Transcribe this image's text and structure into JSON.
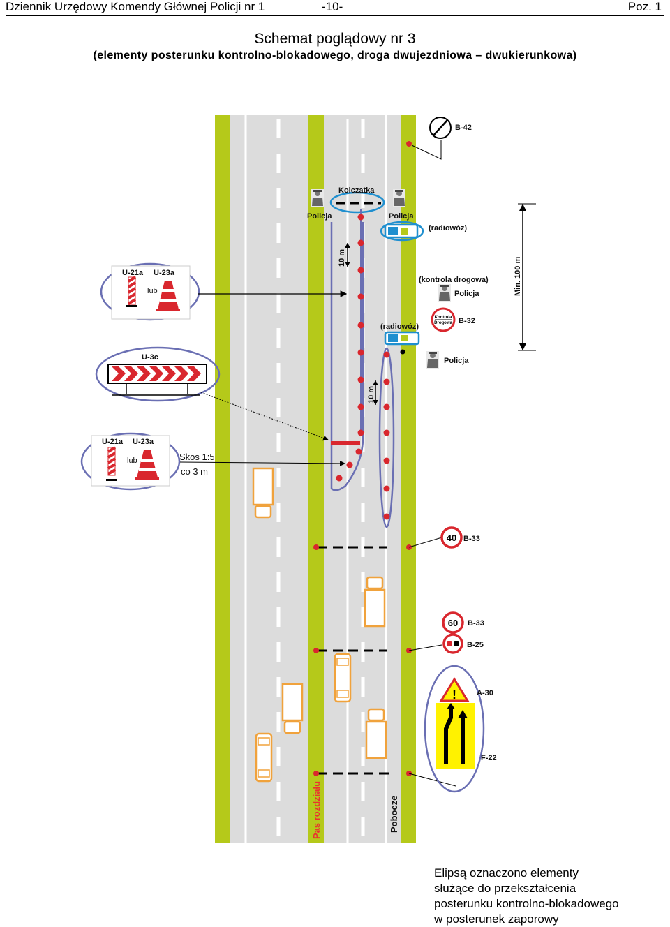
{
  "header": {
    "left": "Dziennik Urzędowy Komendy Głównej Policji nr 1",
    "center": "-10-",
    "right": "Poz. 1"
  },
  "title": "Schemat poglądowy nr 3",
  "subtitle": "(elementy posterunku kontrolno-blokadowego, droga dwujezdniowa – dwukierunkowa)",
  "labels": {
    "b42": "B-42",
    "kolczatka": "Kolczatka",
    "policja1": "Policja",
    "policja2": "Policja",
    "radiowoz1": "(radiowóz)",
    "radiowoz2": "(radiowóz)",
    "kontrola": "(kontrola drogowa)",
    "policja3": "Policja",
    "policja4": "Policja",
    "b32": "B-32",
    "kontrola_sign_1": "Kontrola",
    "kontrola_sign_2": "Drogowa",
    "min100": "Min. 100 m",
    "ten_m_1": "10 m",
    "ten_m_2": "10 m",
    "u21a_1": "U-21a",
    "u23a_1": "U-23a",
    "lub_1": "lub",
    "u3c": "U-3c",
    "u21a_2": "U-21a",
    "u23a_2": "U-23a",
    "lub_2": "lub",
    "skos": "Skos 1:5",
    "co3m": "co 3 m",
    "b33_40": "B-33",
    "speed_40": "40",
    "b33_60": "B-33",
    "speed_60": "60",
    "b25": "B-25",
    "a30": "A-30",
    "f22": "F-22",
    "pas": "Pas rozdziału",
    "pobocze": "Pobocze"
  },
  "colors": {
    "green": "#b5c91a",
    "road": "#dcdcdc",
    "red": "#d9272e",
    "blue": "#1f8fcf",
    "ellipse": "#6a6fb3",
    "orange": "#f0a23c",
    "yellow": "#fff200"
  },
  "note": {
    "lines": [
      "Elipsą oznaczono elementy",
      "służące do przekształcenia",
      "posterunku kontrolno-blokadowego",
      "w posterunek zaporowy"
    ]
  }
}
